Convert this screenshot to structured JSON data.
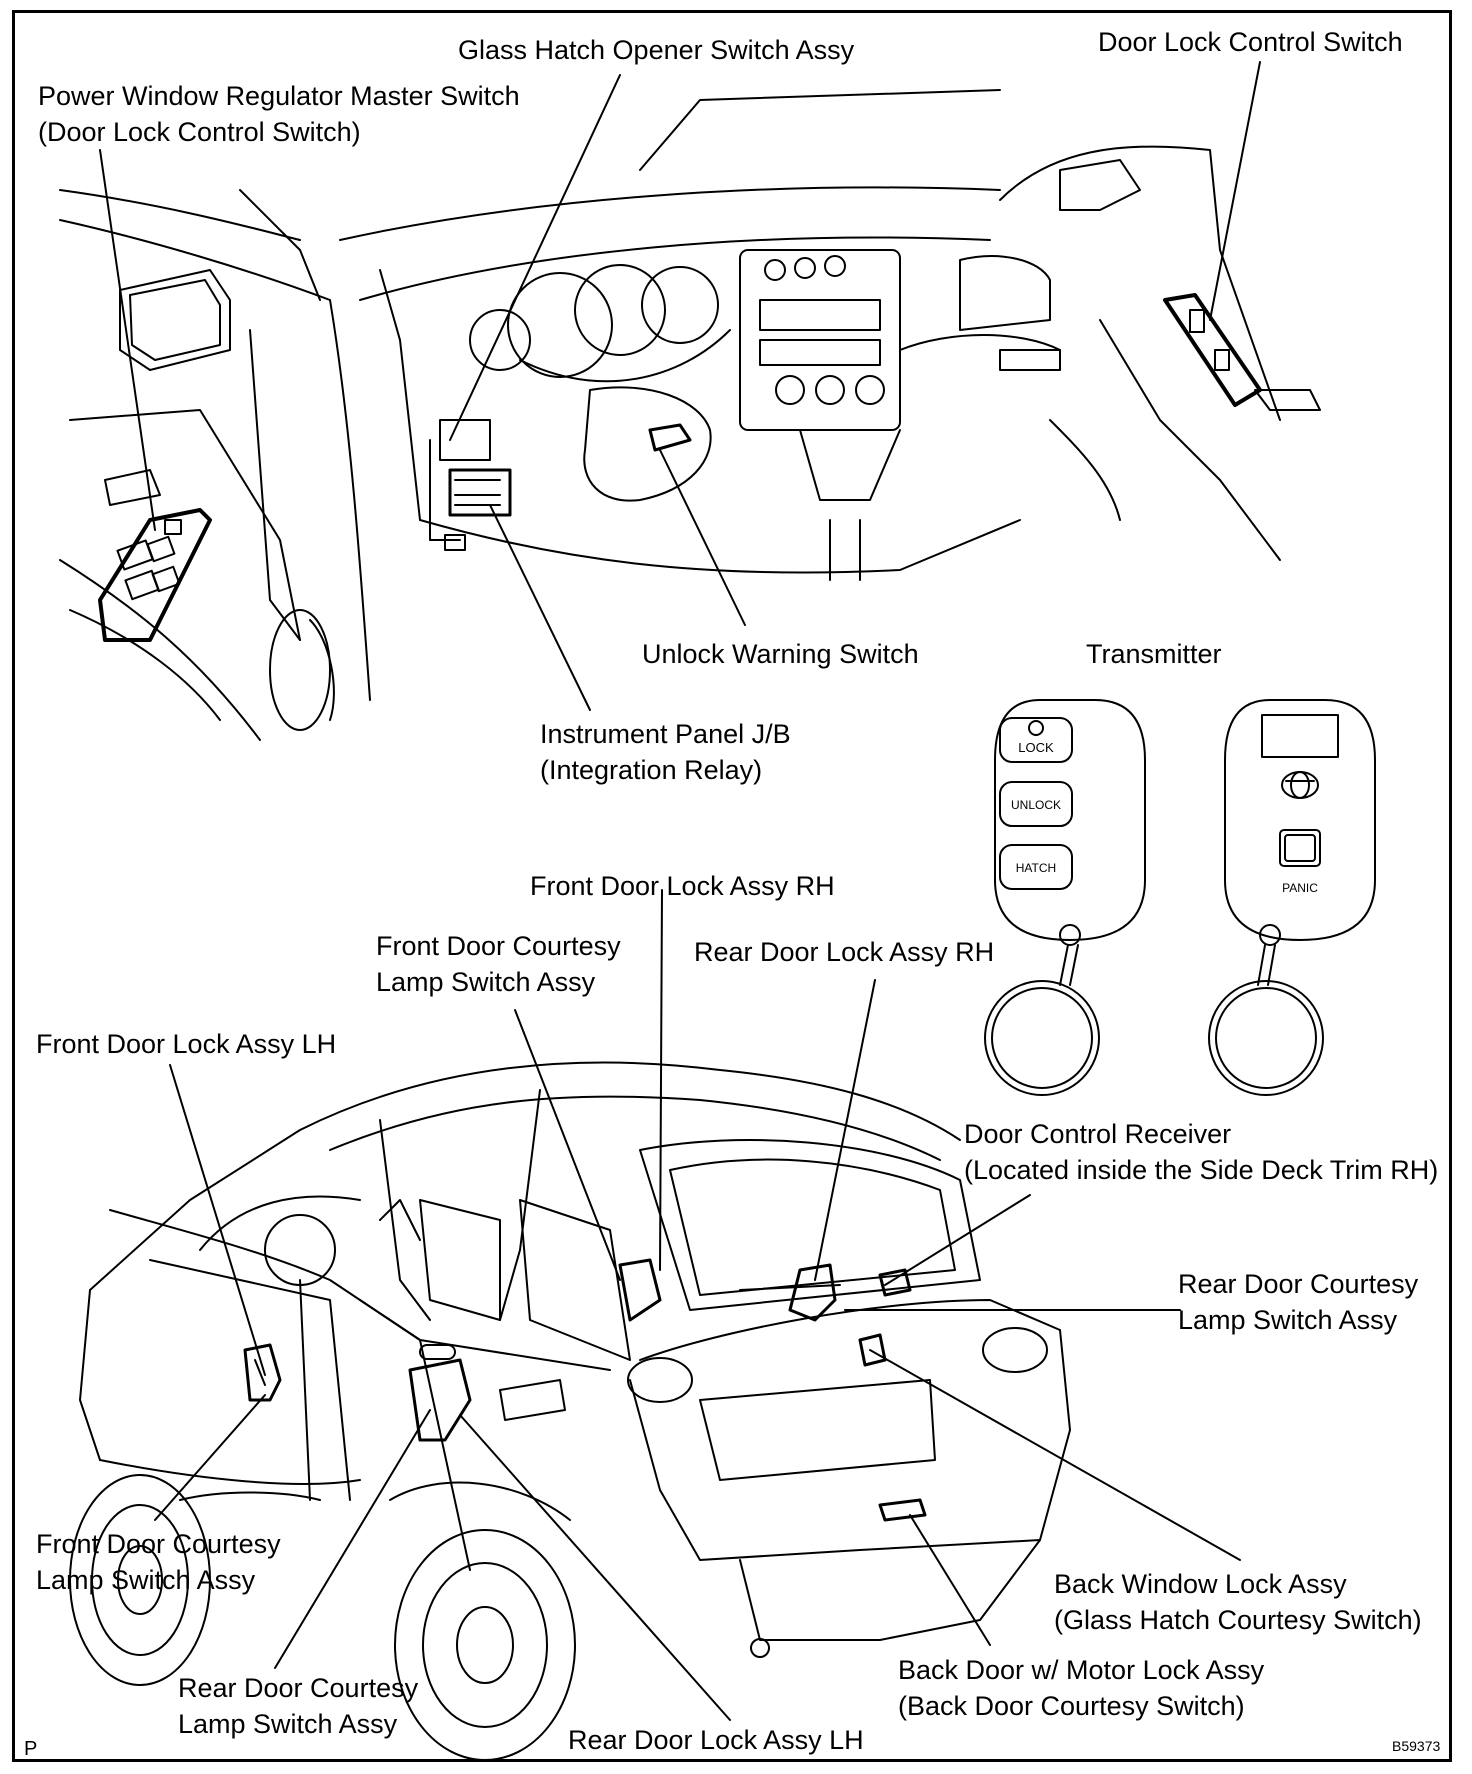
{
  "labels": {
    "glass_hatch_opener": "Glass Hatch Opener Switch Assy",
    "door_lock_control_switch": "Door Lock Control Switch",
    "pw_master_line1": "Power Window Regulator Master Switch",
    "pw_master_line2": "(Door Lock Control Switch)",
    "unlock_warning": "Unlock Warning Switch",
    "transmitter": "Transmitter",
    "ip_jb_line1": "Instrument Panel J/B",
    "ip_jb_line2": "(Integration Relay)",
    "front_door_lock_rh": "Front Door Lock Assy RH",
    "front_courtesy_rh_line1": "Front Door Courtesy",
    "front_courtesy_rh_line2": "Lamp Switch Assy",
    "rear_door_lock_rh": "Rear Door Lock Assy RH",
    "front_door_lock_lh": "Front Door Lock Assy LH",
    "door_control_receiver_line1": "Door Control Receiver",
    "door_control_receiver_line2": "(Located inside the Side Deck Trim RH)",
    "rear_courtesy_rh_line1": "Rear Door Courtesy",
    "rear_courtesy_rh_line2": "Lamp Switch Assy",
    "front_courtesy_lh_line1": "Front Door Courtesy",
    "front_courtesy_lh_line2": "Lamp Switch Assy",
    "back_window_lock_line1": "Back Window Lock Assy",
    "back_window_lock_line2": "(Glass Hatch Courtesy Switch)",
    "rear_courtesy_lh_line1": "Rear Door Courtesy",
    "rear_courtesy_lh_line2": "Lamp Switch Assy",
    "back_door_motor_line1": "Back Door w/ Motor Lock Assy",
    "back_door_motor_line2": "(Back Door Courtesy Switch)",
    "rear_door_lock_lh": "Rear Door Lock Assy LH"
  },
  "transmitter_buttons": {
    "lock": "LOCK",
    "unlock": "UNLOCK",
    "hatch": "HATCH",
    "panic": "PANIC"
  },
  "corner_marks": {
    "left": "P",
    "right": "B59373"
  }
}
